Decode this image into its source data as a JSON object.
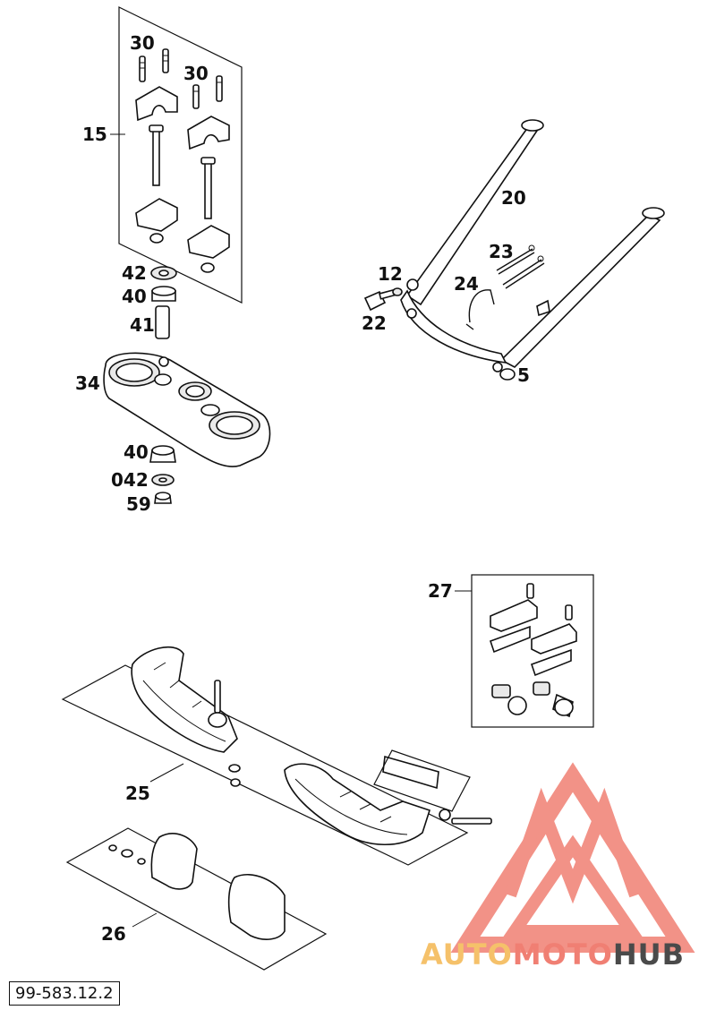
{
  "diagram": {
    "callouts": {
      "c15": "15",
      "c30a": "30",
      "c30b": "30",
      "c42": "42",
      "c40a": "40",
      "c41": "41",
      "c34": "34",
      "c40b": "40",
      "c042": "042",
      "c59": "59",
      "c20": "20",
      "c23": "23",
      "c12": "12",
      "c24": "24",
      "c22": "22",
      "c5": "5",
      "c27": "27",
      "c25": "25",
      "c26": "26"
    },
    "drawing_code": "99-583.12.2"
  },
  "watermark": {
    "brand_part1": "AUTO",
    "brand_part2": "MOTO",
    "brand_part3": "HUB",
    "colors": {
      "auto": "#f5c16a",
      "moto": "#f07f73",
      "hub": "#4a4a4a",
      "triangle": "#f07f73"
    }
  }
}
